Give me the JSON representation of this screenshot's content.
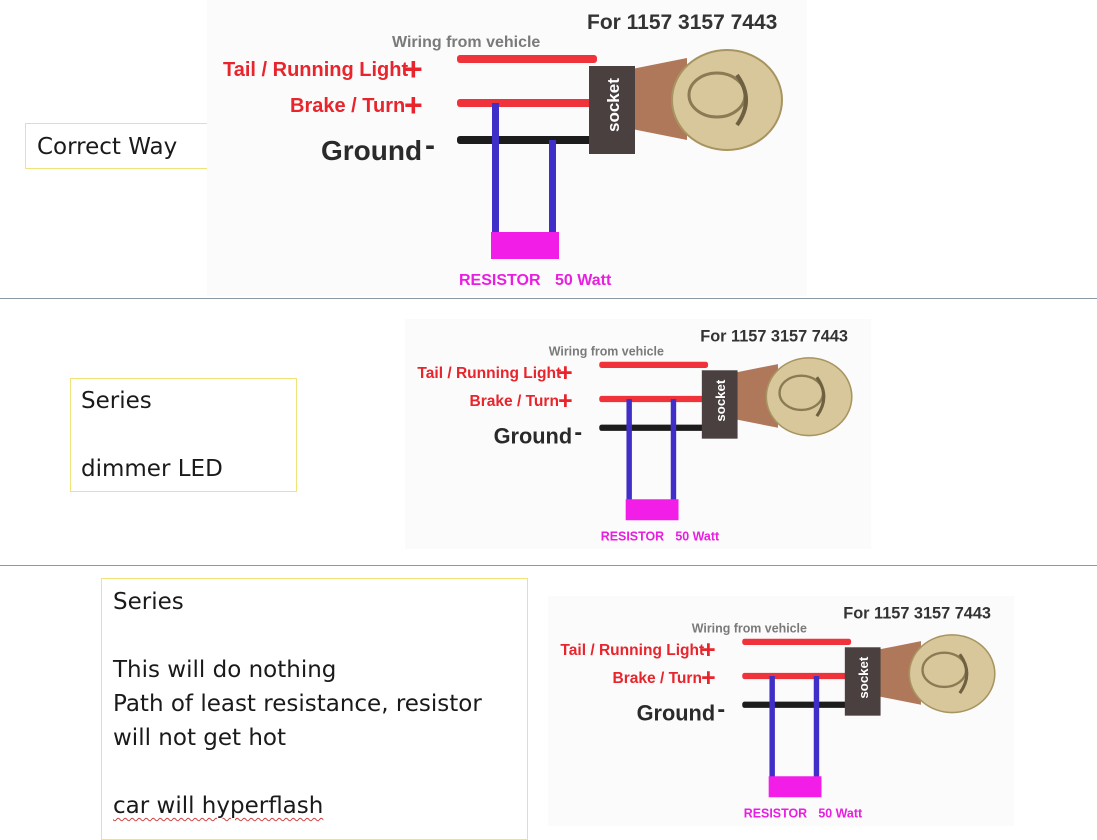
{
  "diagram_text": {
    "heading": "For 1157 3157 7443",
    "wiring_label": "Wiring from vehicle",
    "tail_label": "Tail / Running Light",
    "brake_label": "Brake / Turn",
    "ground_label": "Ground",
    "plus_sign": "+",
    "minus_sign": "-",
    "socket_label": "socket",
    "resistor_label": "RESISTOR",
    "watt_label": "50 Watt"
  },
  "colors": {
    "wire_red": "#f0323a",
    "wire_black": "#1c1c1c",
    "resistor_lead": "#3f2fc8",
    "resistor_body": "#f21ee8",
    "socket": "#4a4040",
    "bulb": "#d8c79a",
    "note_border": "#f1e27a",
    "divider": "#8a9aa6"
  },
  "panels": [
    {
      "label": "Correct Way",
      "note_lines": [
        "Correct Way"
      ]
    },
    {
      "label": "Series / dimmer LED",
      "note_lines": [
        "Series",
        "",
        "dimmer LED"
      ]
    },
    {
      "label": "Series / hyperflash",
      "note_lines": [
        "Series",
        "",
        "This will do nothing",
        "Path of least resistance,  resistor",
        "will not get hot",
        "",
        "car will hyperflash"
      ]
    }
  ]
}
